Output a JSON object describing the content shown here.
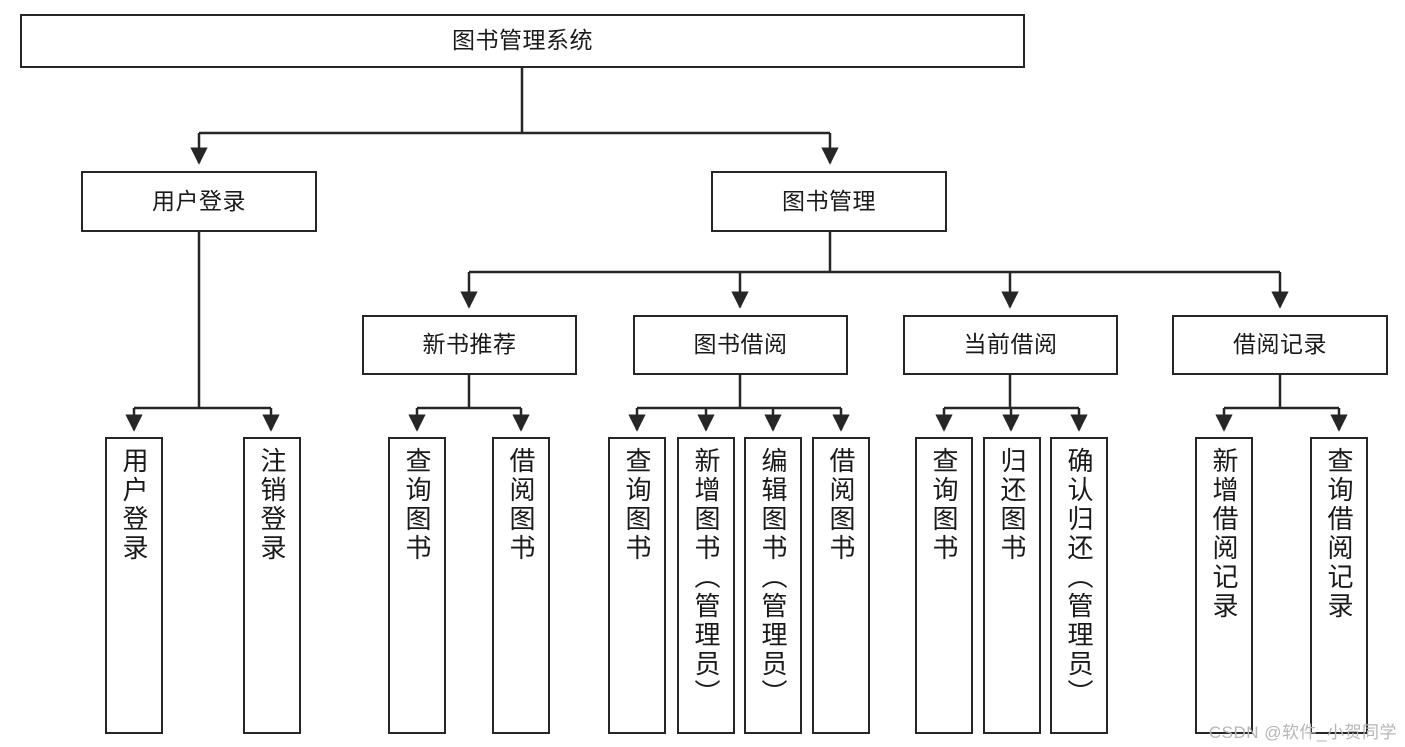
{
  "diagram": {
    "title": "图书管理系统",
    "type": "tree-hierarchy",
    "watermark": "CSDN @软件_小贺同学",
    "colors": {
      "box_border": "#262626",
      "box_fill": "#ffffff",
      "edge": "#262626",
      "text": "#1a1a1a",
      "watermark": "#b6b6b6",
      "background": "#ffffff"
    },
    "levels": {
      "root": {
        "label": "图书管理系统"
      },
      "level2": [
        {
          "id": "user-login",
          "label": "用户登录"
        },
        {
          "id": "book-manage",
          "label": "图书管理"
        }
      ],
      "level3": [
        {
          "id": "new-book-rec",
          "label": "新书推荐",
          "parent": "book-manage"
        },
        {
          "id": "book-borrow",
          "label": "图书借阅",
          "parent": "book-manage"
        },
        {
          "id": "current-borrow",
          "label": "当前借阅",
          "parent": "book-manage"
        },
        {
          "id": "borrow-record",
          "label": "借阅记录",
          "parent": "book-manage"
        }
      ],
      "leaves": [
        {
          "id": "leaf-user-login",
          "label": "用户登录",
          "parent": "user-login"
        },
        {
          "id": "leaf-logout",
          "label": "注销登录",
          "parent": "user-login"
        },
        {
          "id": "leaf-query-book-1",
          "label": "查询图书",
          "parent": "new-book-rec"
        },
        {
          "id": "leaf-borrow-book-1",
          "label": "借阅图书",
          "parent": "new-book-rec"
        },
        {
          "id": "leaf-query-book-2",
          "label": "查询图书",
          "parent": "book-borrow"
        },
        {
          "id": "leaf-add-book",
          "label": "新增图书（管理员）",
          "parent": "book-borrow"
        },
        {
          "id": "leaf-edit-book",
          "label": "编辑图书（管理员）",
          "parent": "book-borrow"
        },
        {
          "id": "leaf-borrow-book-2",
          "label": "借阅图书",
          "parent": "book-borrow"
        },
        {
          "id": "leaf-query-book-3",
          "label": "查询图书",
          "parent": "current-borrow"
        },
        {
          "id": "leaf-return-book",
          "label": "归还图书",
          "parent": "current-borrow"
        },
        {
          "id": "leaf-confirm-return",
          "label": "确认归还（管理员）",
          "parent": "current-borrow"
        },
        {
          "id": "leaf-add-record",
          "label": "新增借阅记录",
          "parent": "borrow-record"
        },
        {
          "id": "leaf-query-record",
          "label": "查询借阅记录",
          "parent": "borrow-record"
        }
      ]
    }
  }
}
